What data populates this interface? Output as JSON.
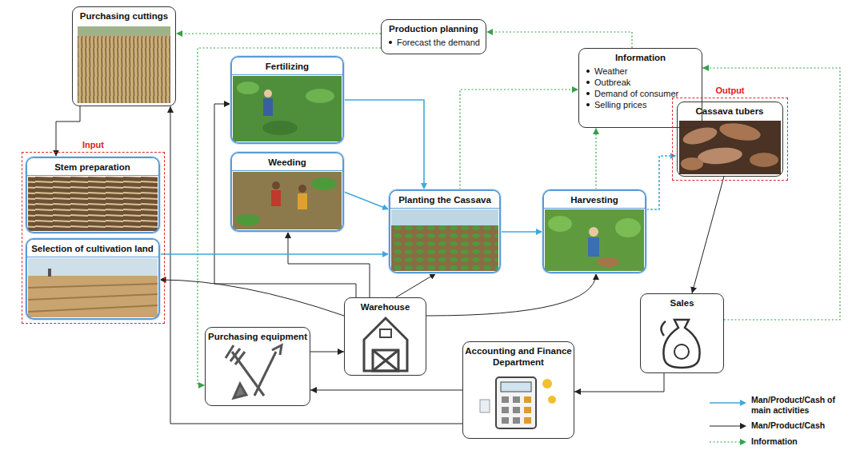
{
  "diagram": {
    "nodes": [
      {
        "text": [
          "Purchasing cuttings"
        ]
      },
      {
        "text": [
          "Production planning",
          "Forecast the demand"
        ]
      },
      {
        "text": [
          "Information",
          "Weather",
          "Outbreak",
          "Demand of consumer",
          "Selling prices"
        ]
      },
      {
        "text": [
          "Fertilizing"
        ]
      },
      {
        "text": [
          "Input"
        ]
      },
      {
        "text": [
          "Stem preparation"
        ],
        "in": 4
      },
      {
        "text": [
          "Selection of cultivation land"
        ],
        "in": 4
      },
      {
        "text": [
          "Weeding"
        ]
      },
      {
        "text": [
          "Planting the Cassava"
        ]
      },
      {
        "text": [
          "Harvesting"
        ]
      },
      {
        "text": [
          "Output"
        ]
      },
      {
        "text": [
          "Cassava tubers"
        ],
        "in": 10
      },
      {
        "text": [
          "Warehouse"
        ]
      },
      {
        "text": [
          "Sales"
        ]
      },
      {
        "text": [
          "Purchasing equipment"
        ]
      },
      {
        "text": [
          "Accounting and Finance Department"
        ]
      }
    ],
    "edges": [
      {
        "from": 1,
        "to": 0,
        "arrow": "to"
      },
      {
        "from": 1,
        "to": 14,
        "arrow": "to"
      },
      {
        "from": 2,
        "to": 1,
        "arrow": "to"
      },
      {
        "from": 8,
        "to": 2,
        "arrow": "to"
      },
      {
        "from": 9,
        "to": 2,
        "arrow": "to"
      },
      {
        "from": 13,
        "to": 2,
        "arrow": "to"
      },
      {
        "from": 0,
        "to": 5,
        "arrow": "to"
      },
      {
        "from": 12,
        "to": 6,
        "arrow": "to"
      },
      {
        "from": 12,
        "to": 3,
        "arrow": "to"
      },
      {
        "from": 12,
        "to": 7,
        "arrow": "to"
      },
      {
        "from": 12,
        "to": 8,
        "arrow": "to"
      },
      {
        "from": 12,
        "to": 9,
        "arrow": "to"
      },
      {
        "from": 14,
        "to": 12,
        "arrow": "to"
      },
      {
        "from": 15,
        "to": 14,
        "arrow": "to"
      },
      {
        "from": 15,
        "to": 0,
        "arrow": "to"
      },
      {
        "from": 13,
        "to": 15,
        "arrow": "to"
      },
      {
        "from": 11,
        "to": 13,
        "arrow": "to"
      },
      {
        "from": 3,
        "to": 8,
        "arrow": "to"
      },
      {
        "from": 7,
        "to": 8,
        "arrow": "to"
      },
      {
        "from": 6,
        "to": 8,
        "arrow": "to"
      },
      {
        "from": 8,
        "to": 9,
        "arrow": "to"
      },
      {
        "from": 9,
        "to": 11,
        "arrow": "to"
      }
    ],
    "legend": [
      {
        "text": "Man/Product/Cash of main activities"
      },
      {
        "text": "Man/Product/Cash"
      },
      {
        "text": "Information"
      }
    ]
  }
}
